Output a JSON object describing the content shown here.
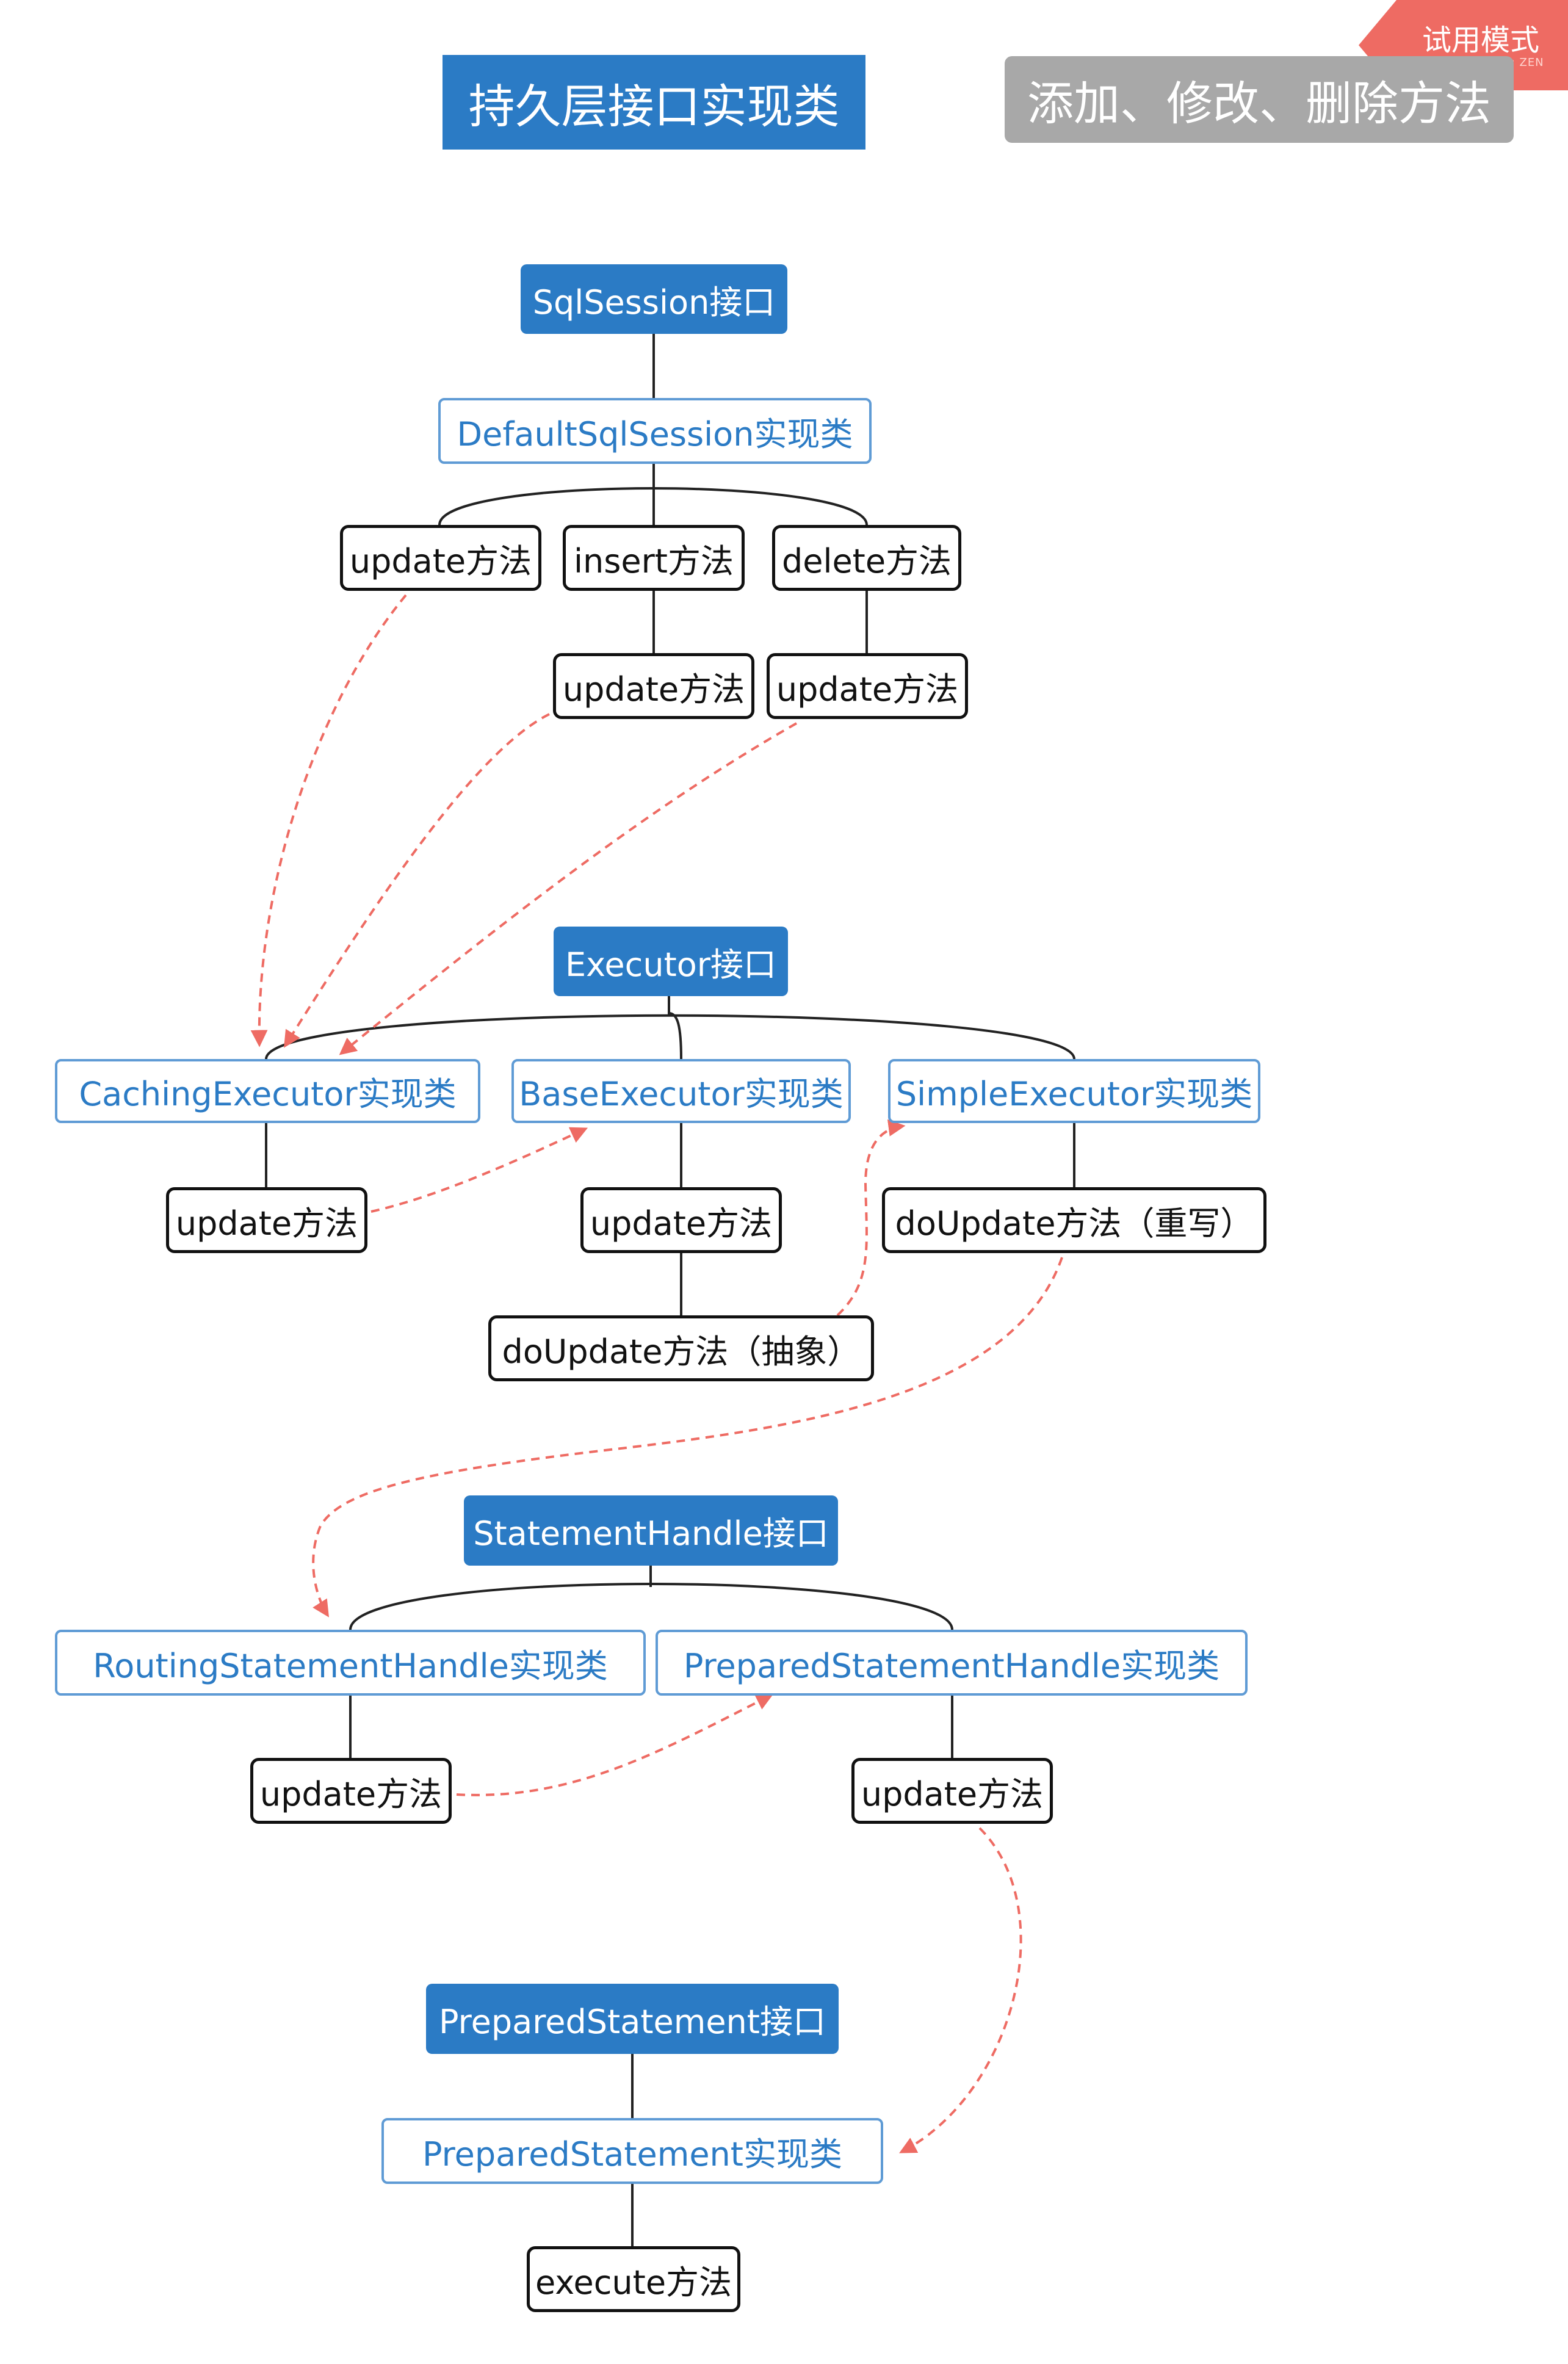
{
  "badge": {
    "label": "试用模式",
    "sub": "XMind: ZEN"
  },
  "titles": {
    "main": "持久层接口实现类",
    "side": "添加、修改、删除方法"
  },
  "nodes": {
    "sqlsession_iface": "SqlSession接口",
    "defaultsqlsession_impl": "DefaultSqlSession实现类",
    "m_update_1": "update方法",
    "m_insert": "insert方法",
    "m_delete": "delete方法",
    "m_update_insert": "update方法",
    "m_update_delete": "update方法",
    "executor_iface": "Executor接口",
    "caching_impl": "CachingExecutor实现类",
    "base_impl": "BaseExecutor实现类",
    "simple_impl": "SimpleExecutor实现类",
    "m_caching_update": "update方法",
    "m_base_update": "update方法",
    "m_simple_doupdate": "doUpdate方法（重写）",
    "m_base_doupdate": "doUpdate方法（抽象）",
    "statement_iface": "StatementHandle接口",
    "routing_impl": "RoutingStatementHandle实现类",
    "prepared_handle_impl": "PreparedStatementHandle实现类",
    "m_routing_update": "update方法",
    "m_prepared_update": "update方法",
    "prepared_iface": "PreparedStatement接口",
    "prepared_impl": "PreparedStatement实现类",
    "m_execute": "execute方法"
  },
  "colors": {
    "interface": "#2b7bc5",
    "impl_border": "#5f9bd5",
    "arrow": "#ee6b63",
    "side_title": "#a8a8a8"
  }
}
